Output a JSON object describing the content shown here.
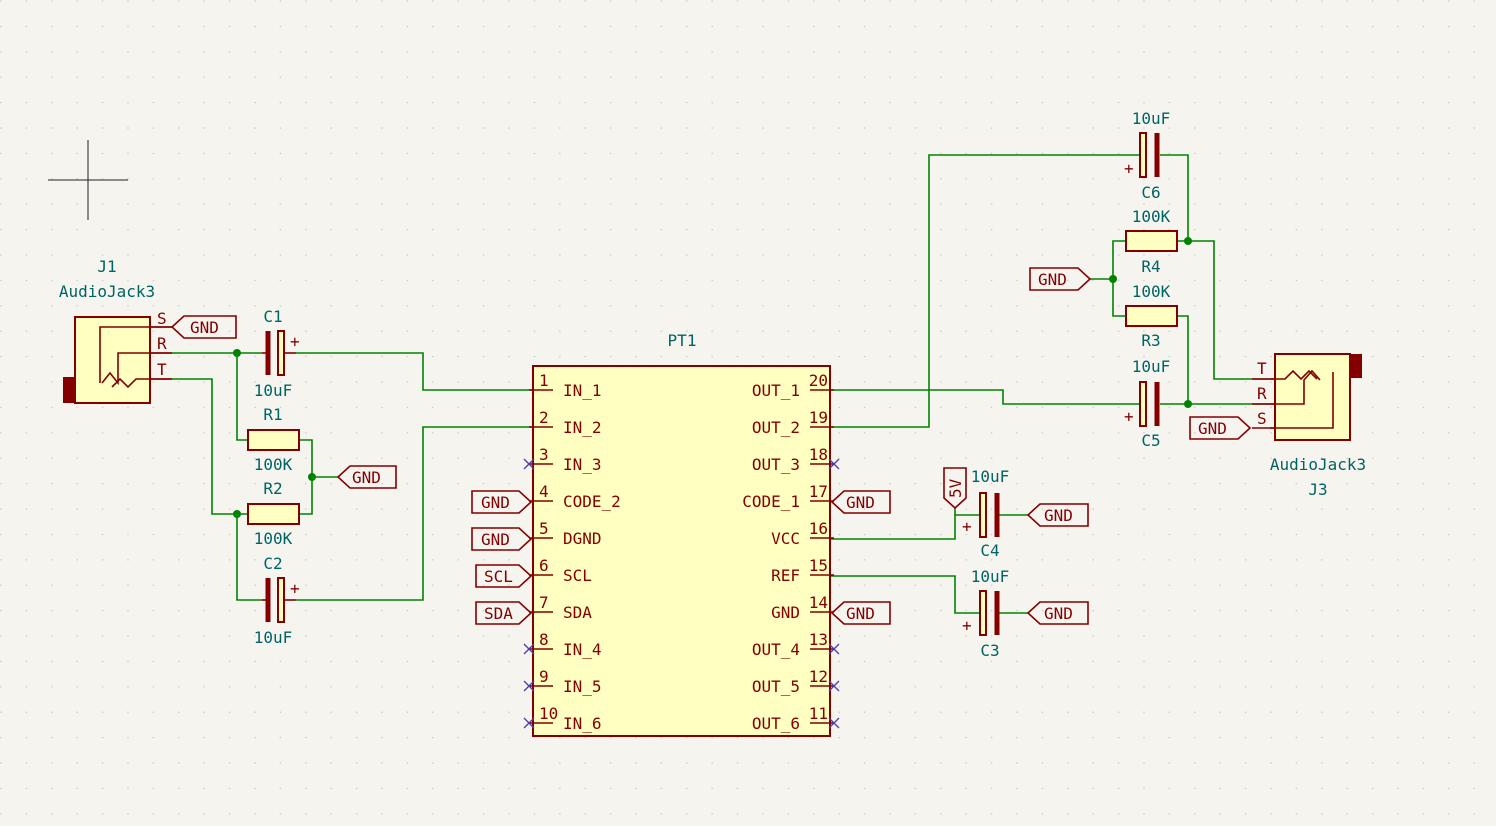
{
  "components": {
    "j1": {
      "ref": "J1",
      "value": "AudioJack3",
      "pins": {
        "s": "S",
        "r": "R",
        "t": "T"
      }
    },
    "j3": {
      "ref": "J3",
      "value": "AudioJack3",
      "pins": {
        "t": "T",
        "r": "R",
        "s": "S"
      }
    },
    "c1": {
      "ref": "C1",
      "value": "10uF"
    },
    "c2": {
      "ref": "C2",
      "value": "10uF"
    },
    "c3": {
      "ref": "C3",
      "value": "10uF"
    },
    "c4": {
      "ref": "C4",
      "value": "10uF"
    },
    "c5": {
      "ref": "C5",
      "value": "10uF"
    },
    "c6": {
      "ref": "C6",
      "value": "10uF"
    },
    "r1": {
      "ref": "R1",
      "value": "100K"
    },
    "r2": {
      "ref": "R2",
      "value": "100K"
    },
    "r3": {
      "ref": "R3",
      "value": "100K"
    },
    "r4": {
      "ref": "R4",
      "value": "100K"
    },
    "pt1": {
      "ref": "PT1",
      "left_pins": [
        {
          "num": "1",
          "name": "IN_1"
        },
        {
          "num": "2",
          "name": "IN_2"
        },
        {
          "num": "3",
          "name": "IN_3"
        },
        {
          "num": "4",
          "name": "CODE_2"
        },
        {
          "num": "5",
          "name": "DGND"
        },
        {
          "num": "6",
          "name": "SCL"
        },
        {
          "num": "7",
          "name": "SDA"
        },
        {
          "num": "8",
          "name": "IN_4"
        },
        {
          "num": "9",
          "name": "IN_5"
        },
        {
          "num": "10",
          "name": "IN_6"
        }
      ],
      "right_pins": [
        {
          "num": "20",
          "name": "OUT_1"
        },
        {
          "num": "19",
          "name": "OUT_2"
        },
        {
          "num": "18",
          "name": "OUT_3"
        },
        {
          "num": "17",
          "name": "CODE_1"
        },
        {
          "num": "16",
          "name": "VCC"
        },
        {
          "num": "15",
          "name": "REF"
        },
        {
          "num": "14",
          "name": "GND"
        },
        {
          "num": "13",
          "name": "OUT_4"
        },
        {
          "num": "12",
          "name": "OUT_5"
        },
        {
          "num": "11",
          "name": "OUT_6"
        }
      ]
    }
  },
  "labels": {
    "gnd": "GND",
    "scl": "SCL",
    "sda": "SDA",
    "v5": "5V"
  },
  "polarity": "+",
  "colors": {
    "wire": "#008400",
    "symbol": "#840000",
    "fill": "#ffffc2",
    "reference": "#006464",
    "no_connect": "#4a3fb3",
    "background": "#f5f4ef"
  }
}
